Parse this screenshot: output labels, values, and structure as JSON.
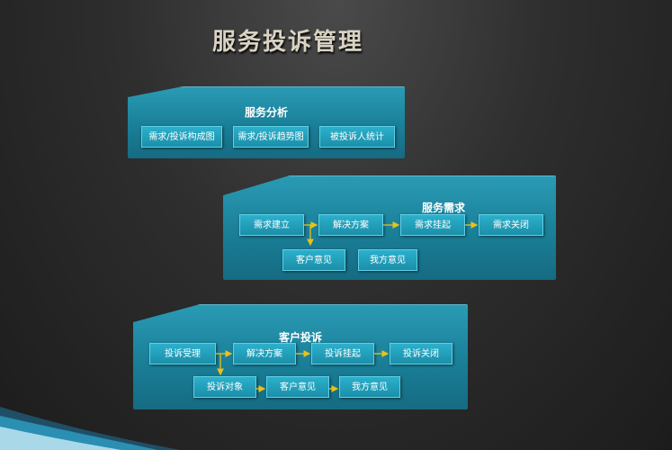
{
  "title": "服务投诉管理",
  "panels": {
    "analysis": {
      "title": "服务分析",
      "items": [
        "需求/投诉构成图",
        "需求/投诉趋势图",
        "被投诉人统计"
      ]
    },
    "demand": {
      "title": "服务需求",
      "row1": [
        "需求建立",
        "解决方案",
        "需求挂起",
        "需求关闭"
      ],
      "row2": [
        "客户意见",
        "我方意见"
      ]
    },
    "complaint": {
      "title": "客户投诉",
      "row1": [
        "投诉受理",
        "解决方案",
        "投诉挂起",
        "投诉关闭"
      ],
      "row2": [
        "投诉对象",
        "客户意见",
        "我方意见"
      ]
    }
  },
  "colors": {
    "panel": "#1a7f98",
    "box": "#1b8fa9",
    "arrow": "#e8c21a",
    "title": "#d9d3c3"
  }
}
